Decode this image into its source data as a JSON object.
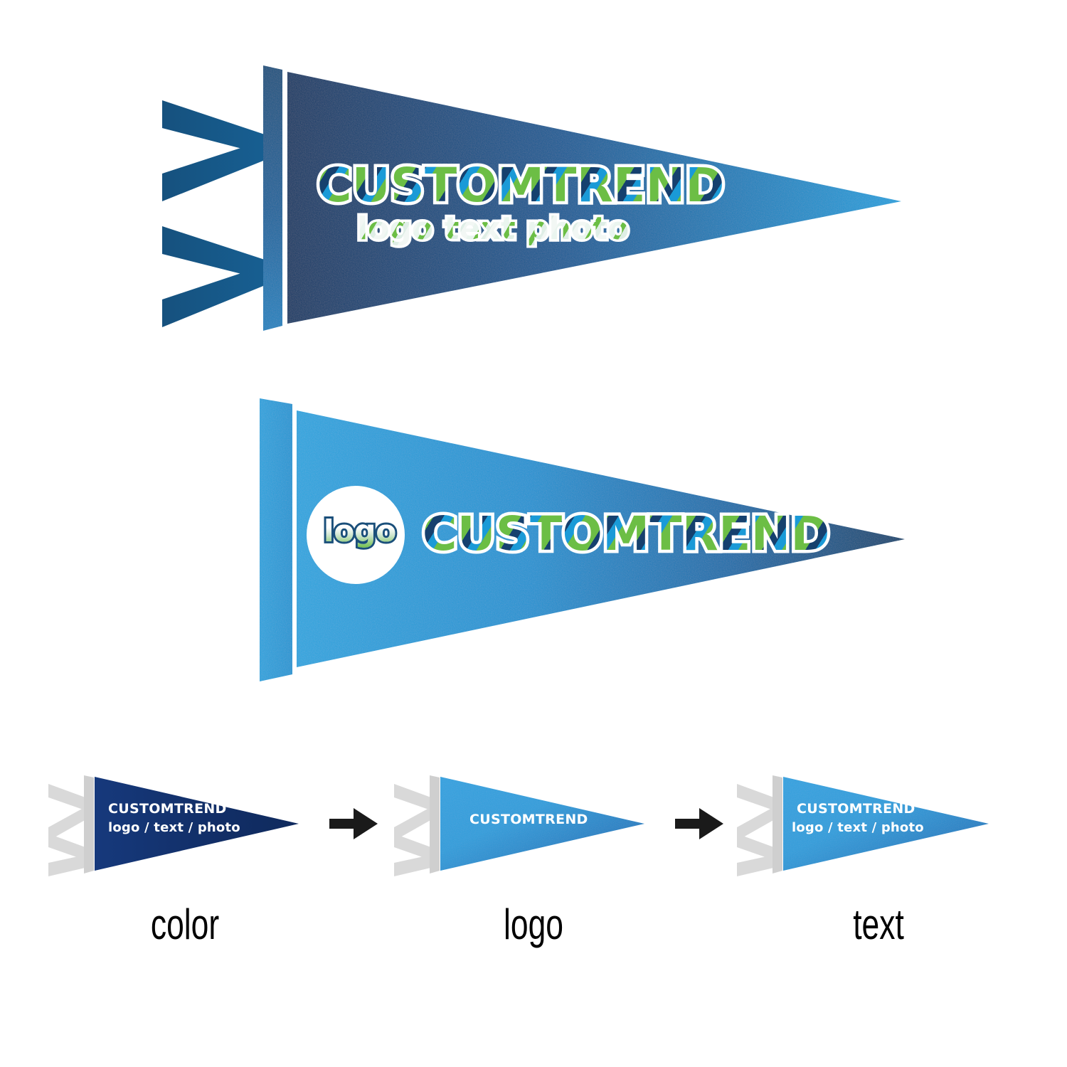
{
  "document": {
    "kind": "pennant-flag-product-mockup",
    "background_color": "#ffffff"
  },
  "palette": {
    "navy_dark": "#123d6b",
    "navy_deep": "#12306b",
    "blue_mid": "#1565a0",
    "blue_bright": "#1b96d4",
    "blue_light": "#2ba3dd",
    "green": "#6cbe45",
    "white": "#ffffff",
    "gray_hoist": "#d9d9d9",
    "gray_hoist_dark": "#c4c4c4",
    "arrow_black": "#1a1a1a",
    "small_navy": "#12306b"
  },
  "pennant_primary": {
    "name": "large-pennant-text-only",
    "title": "CUSTOMTREND",
    "subtitle": "logo text photo",
    "gradient_from": "#123d6b",
    "gradient_to": "#1b96d4",
    "hoist_tails": 4,
    "hoist_color_from": "#15517f",
    "hoist_color_to": "#1b7ab5"
  },
  "pennant_secondary": {
    "name": "large-pennant-logo-and-text",
    "logo_badge_text": "logo",
    "title": "CUSTOMTREND",
    "gradient_from": "#2ba3dd",
    "gradient_to": "#124e7e",
    "badge_fill": "#ffffff",
    "hoist_color": "#2299d6"
  },
  "steps": [
    {
      "id": "step-color",
      "label": "color",
      "pennant": {
        "title": "CUSTOMTREND",
        "subtitle": "logo / text / photo",
        "show_title": true,
        "show_subtitle": true,
        "fill_from": "#12306b",
        "fill_to": "#102a5c",
        "hoist_color": "#d9d9d9"
      }
    },
    {
      "id": "step-logo",
      "label": "logo",
      "pennant": {
        "title": "CUSTOMTREND",
        "subtitle": "",
        "show_title": true,
        "show_subtitle": false,
        "fill_from": "#2a9ede",
        "fill_to": "#1470b5",
        "hoist_color": "#d9d9d9"
      }
    },
    {
      "id": "step-text",
      "label": "text",
      "pennant": {
        "title": "CUSTOMTREND",
        "subtitle": "logo / text / photo",
        "show_title": true,
        "show_subtitle": true,
        "fill_from": "#2a9ede",
        "fill_to": "#1470b5",
        "hoist_color": "#d9d9d9"
      }
    }
  ],
  "arrows": {
    "glyph": "arrow-right-icon",
    "count": 2,
    "color": "#1a1a1a"
  }
}
